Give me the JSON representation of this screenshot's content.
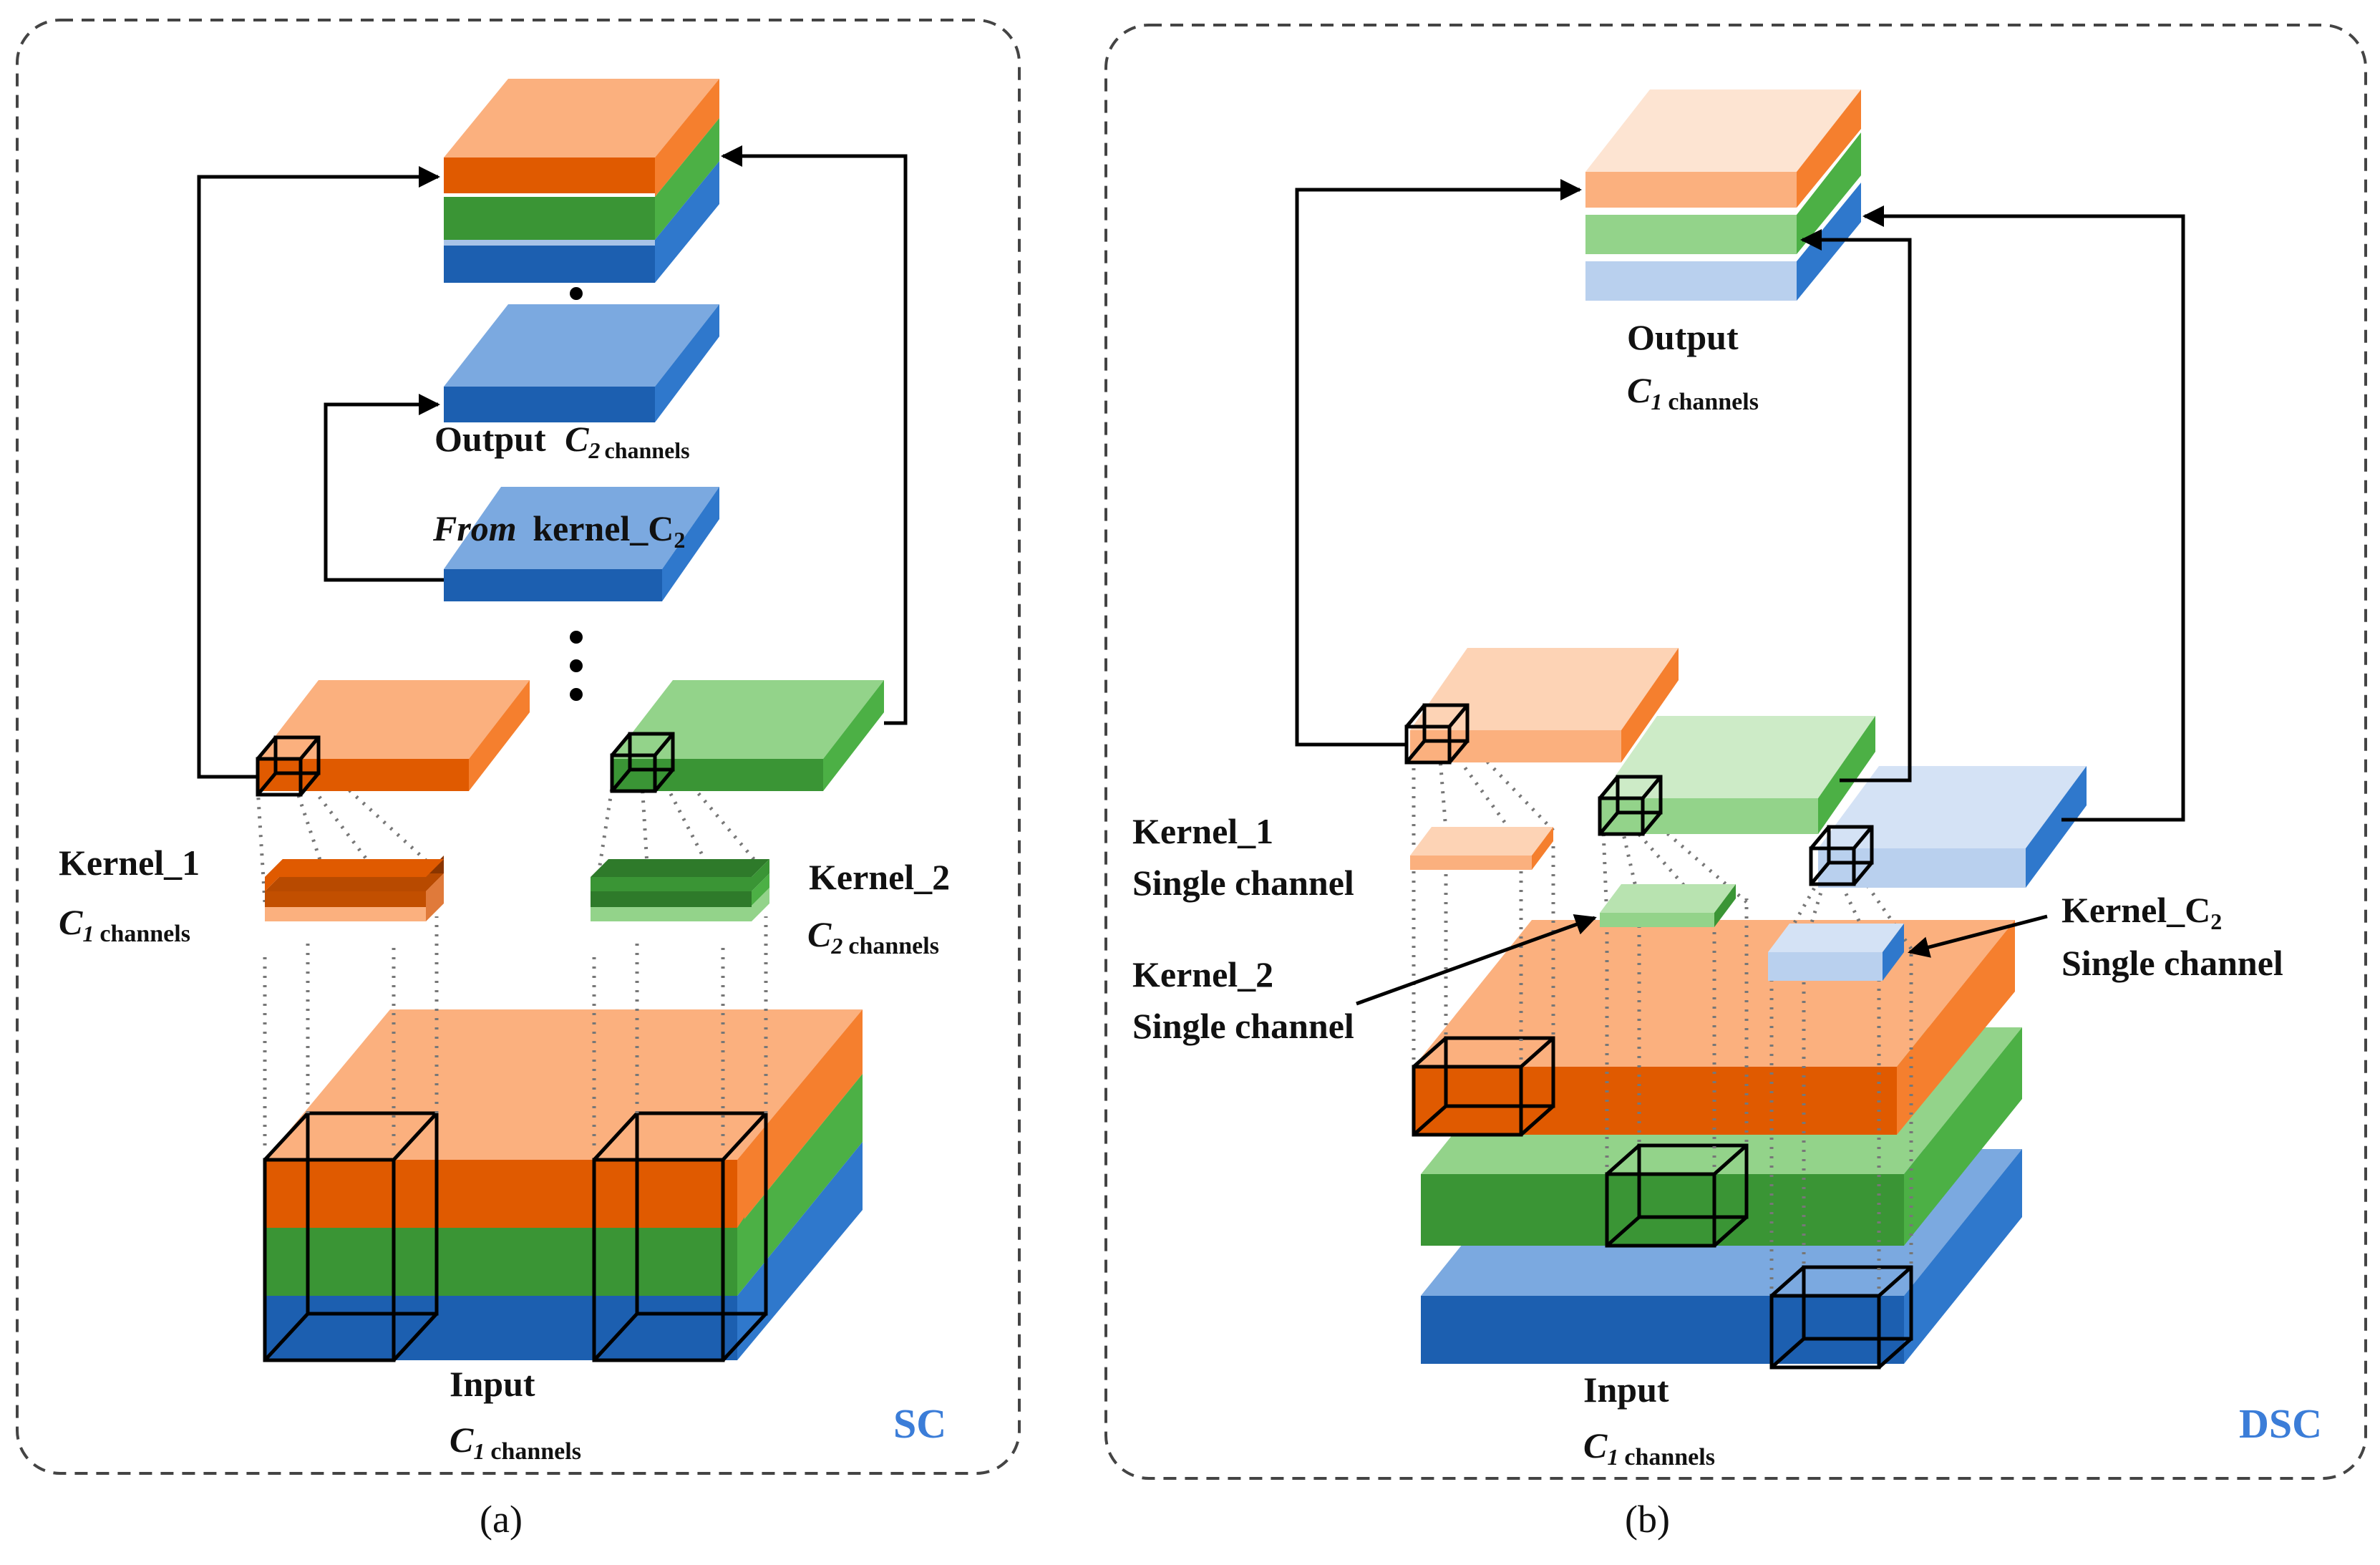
{
  "panel_a": {
    "output_label": "Output",
    "output_var": "C",
    "output_sub": "2",
    "output_unit": "channels",
    "from_italic": "From",
    "from_text": "kernel_C",
    "from_sub": "2",
    "kernel1_label": "Kernel_1",
    "kernel1_var": "C",
    "kernel1_sub": "1",
    "kernel1_unit": "channels",
    "kernel2_label": "Kernel_2",
    "kernel2_var": "C",
    "kernel2_sub": "2",
    "kernel2_unit": "channels",
    "input_label": "Input",
    "input_var": "C",
    "input_sub": "1",
    "input_unit": "channels",
    "tag": "SC",
    "caption": "(a)"
  },
  "panel_b": {
    "output_label": "Output",
    "output_var": "C",
    "output_sub": "1",
    "output_unit": "channels",
    "kernel1_label": "Kernel_1",
    "kernel1_desc": "Single channel",
    "kernel2_label": "Kernel_2",
    "kernel2_desc": "Single channel",
    "kernelc_label": "Kernel_C",
    "kernelc_sub": "2",
    "kernelc_desc": "Single channel",
    "input_label": "Input",
    "input_var": "C",
    "input_sub": "1",
    "input_unit": "channels",
    "tag": "DSC",
    "caption": "(b)"
  },
  "colors": {
    "orange_light": "#FBB07E",
    "orange_mid": "#F57F2E",
    "orange_dark": "#E05A00",
    "green_light": "#93D38A",
    "green_mid": "#4CB045",
    "green_dark": "#3A9535",
    "blue_light": "#7BA9E0",
    "blue_mid": "#2F78CC",
    "blue_dark": "#1C5FB0",
    "tag_blue": "#3B7DD8"
  }
}
